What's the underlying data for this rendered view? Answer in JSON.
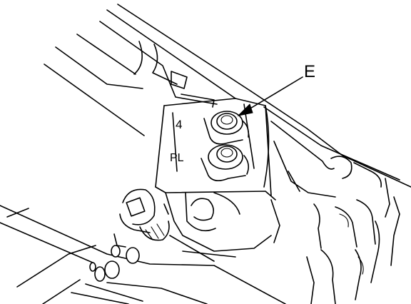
{
  "callout": {
    "letter": "E"
  },
  "port_labels": {
    "upper": "4",
    "lower": "PL"
  },
  "colors": {
    "line": "#000000",
    "background": "#ffffff"
  }
}
